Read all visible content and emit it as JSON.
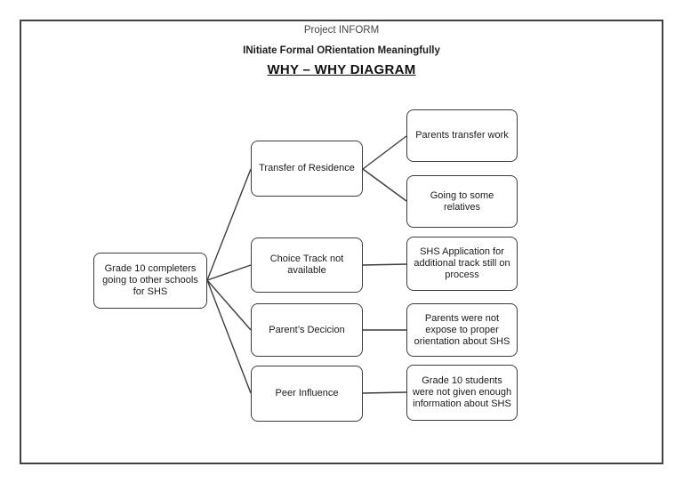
{
  "header": {
    "project_line": "Project INFORM",
    "subtitle_line": "INitiate Formal ORientation Meaningfully",
    "diagram_title": "WHY – WHY DIAGRAM"
  },
  "colors": {
    "ink": "#3d3d3d",
    "text": "#1a1a1a"
  },
  "diagram": {
    "root": {
      "label": "Grade 10 completers\ngoing to other schools\nfor SHS"
    },
    "causes": [
      {
        "label": "Transfer of Residence",
        "subcauses": [
          {
            "label": "Parents transfer work"
          },
          {
            "label": "Going to some\nrelatives"
          }
        ]
      },
      {
        "label": "Choice Track not\navailable",
        "subcauses": [
          {
            "label": "SHS Application for\nadditional track still on\nprocess"
          }
        ]
      },
      {
        "label": "Parent’s Decicion",
        "subcauses": [
          {
            "label": "Parents were not\nexpose to proper\norientation about SHS"
          }
        ]
      },
      {
        "label": "Peer Influence",
        "subcauses": [
          {
            "label": "Grade 10 students\nwere not given enough\ninformation about SHS"
          }
        ]
      }
    ]
  }
}
